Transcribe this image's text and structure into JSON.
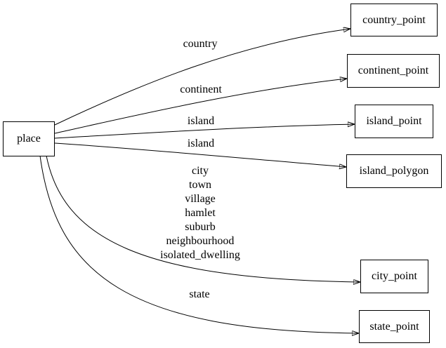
{
  "diagram": {
    "type": "directed-graph",
    "colors": {
      "background": "#ffffff",
      "node_fill": "#ffffff",
      "node_border": "#000000",
      "edge_stroke": "#000000",
      "text": "#000000"
    },
    "nodes": [
      {
        "id": "place",
        "label": "place"
      },
      {
        "id": "country_point",
        "label": "country_point"
      },
      {
        "id": "continent_point",
        "label": "continent_point"
      },
      {
        "id": "island_point",
        "label": "island_point"
      },
      {
        "id": "island_polygon",
        "label": "island_polygon"
      },
      {
        "id": "city_point",
        "label": "city_point"
      },
      {
        "id": "state_point",
        "label": "state_point"
      }
    ],
    "edges": [
      {
        "from": "place",
        "to": "country_point",
        "label": "country"
      },
      {
        "from": "place",
        "to": "continent_point",
        "label": "continent"
      },
      {
        "from": "place",
        "to": "island_point",
        "label": "island"
      },
      {
        "from": "place",
        "to": "island_polygon",
        "label": "island"
      },
      {
        "from": "place",
        "to": "city_point",
        "label_lines": [
          "city",
          "town",
          "village",
          "hamlet",
          "suburb",
          "neighbourhood",
          "isolated_dwelling"
        ]
      },
      {
        "from": "place",
        "to": "state_point",
        "label": "state"
      }
    ]
  }
}
